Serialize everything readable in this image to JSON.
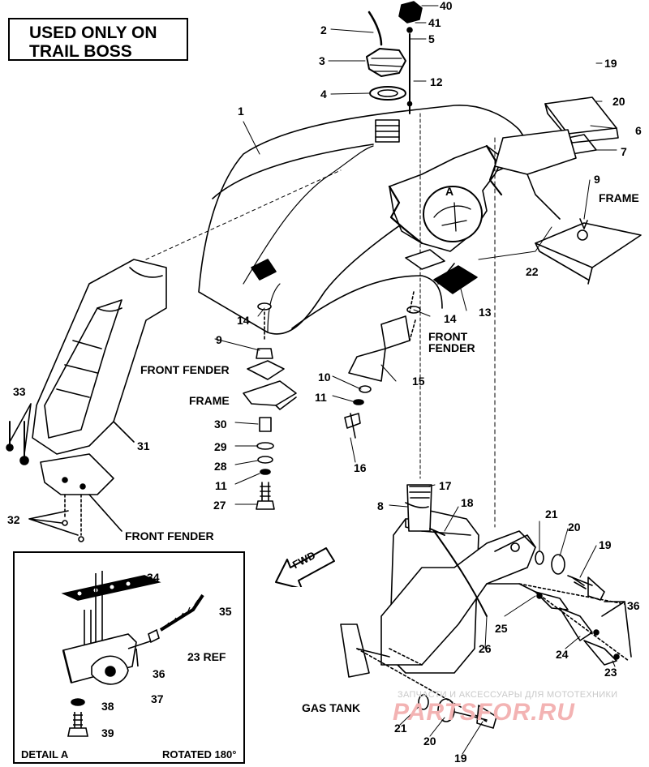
{
  "banner": {
    "line1": "USED ONLY ON",
    "line2": "TRAIL BOSS"
  },
  "callouts": {
    "c40": "40",
    "c41": "41",
    "c2": "2",
    "c5": "5",
    "c3": "3",
    "c12": "12",
    "c4": "4",
    "c19a": "19",
    "c20a": "20",
    "c6": "6",
    "c7": "7",
    "c1": "1",
    "c9a": "9",
    "cA": "A",
    "c22": "22",
    "c13": "13",
    "c14a": "14",
    "c14b": "14",
    "c9b": "9",
    "c10": "10",
    "c11a": "11",
    "c15": "15",
    "c16": "16",
    "c33": "33",
    "c31": "31",
    "c30": "30",
    "c29": "29",
    "c28": "28",
    "c11b": "11",
    "c27": "27",
    "c32": "32",
    "c17": "17",
    "c8": "8",
    "c18": "18",
    "c21a": "21",
    "c20b": "20",
    "c19b": "19",
    "c36a": "36",
    "c25": "25",
    "c24": "24",
    "c26": "26",
    "c23": "23",
    "c21b": "21",
    "c20c": "20",
    "c19c": "19",
    "c34": "34",
    "c35": "35",
    "c23ref": "23 REF",
    "c36b": "36",
    "c37": "37",
    "c38": "38",
    "c39": "39"
  },
  "text_labels": {
    "frame_top": "FRAME",
    "front_fender_right": "FRONT\nFENDER",
    "front_fender_left": "FRONT FENDER",
    "frame_left": "FRAME",
    "front_fender_bottom": "FRONT FENDER",
    "gas_tank": "GAS TANK",
    "fwd": "FWD",
    "detail_a": "DETAIL A",
    "rotated": "ROTATED 180°"
  },
  "watermark": {
    "line1": "ЗАПЧАСТИ И АКСЕССУАРЫ ДЛЯ МОТОТЕХНИКИ",
    "line2": "PARTSFOR.RU"
  },
  "colors": {
    "ink": "#000000",
    "watermark_red": "#f3b3b3",
    "watermark_gray": "#c9c9c9"
  }
}
